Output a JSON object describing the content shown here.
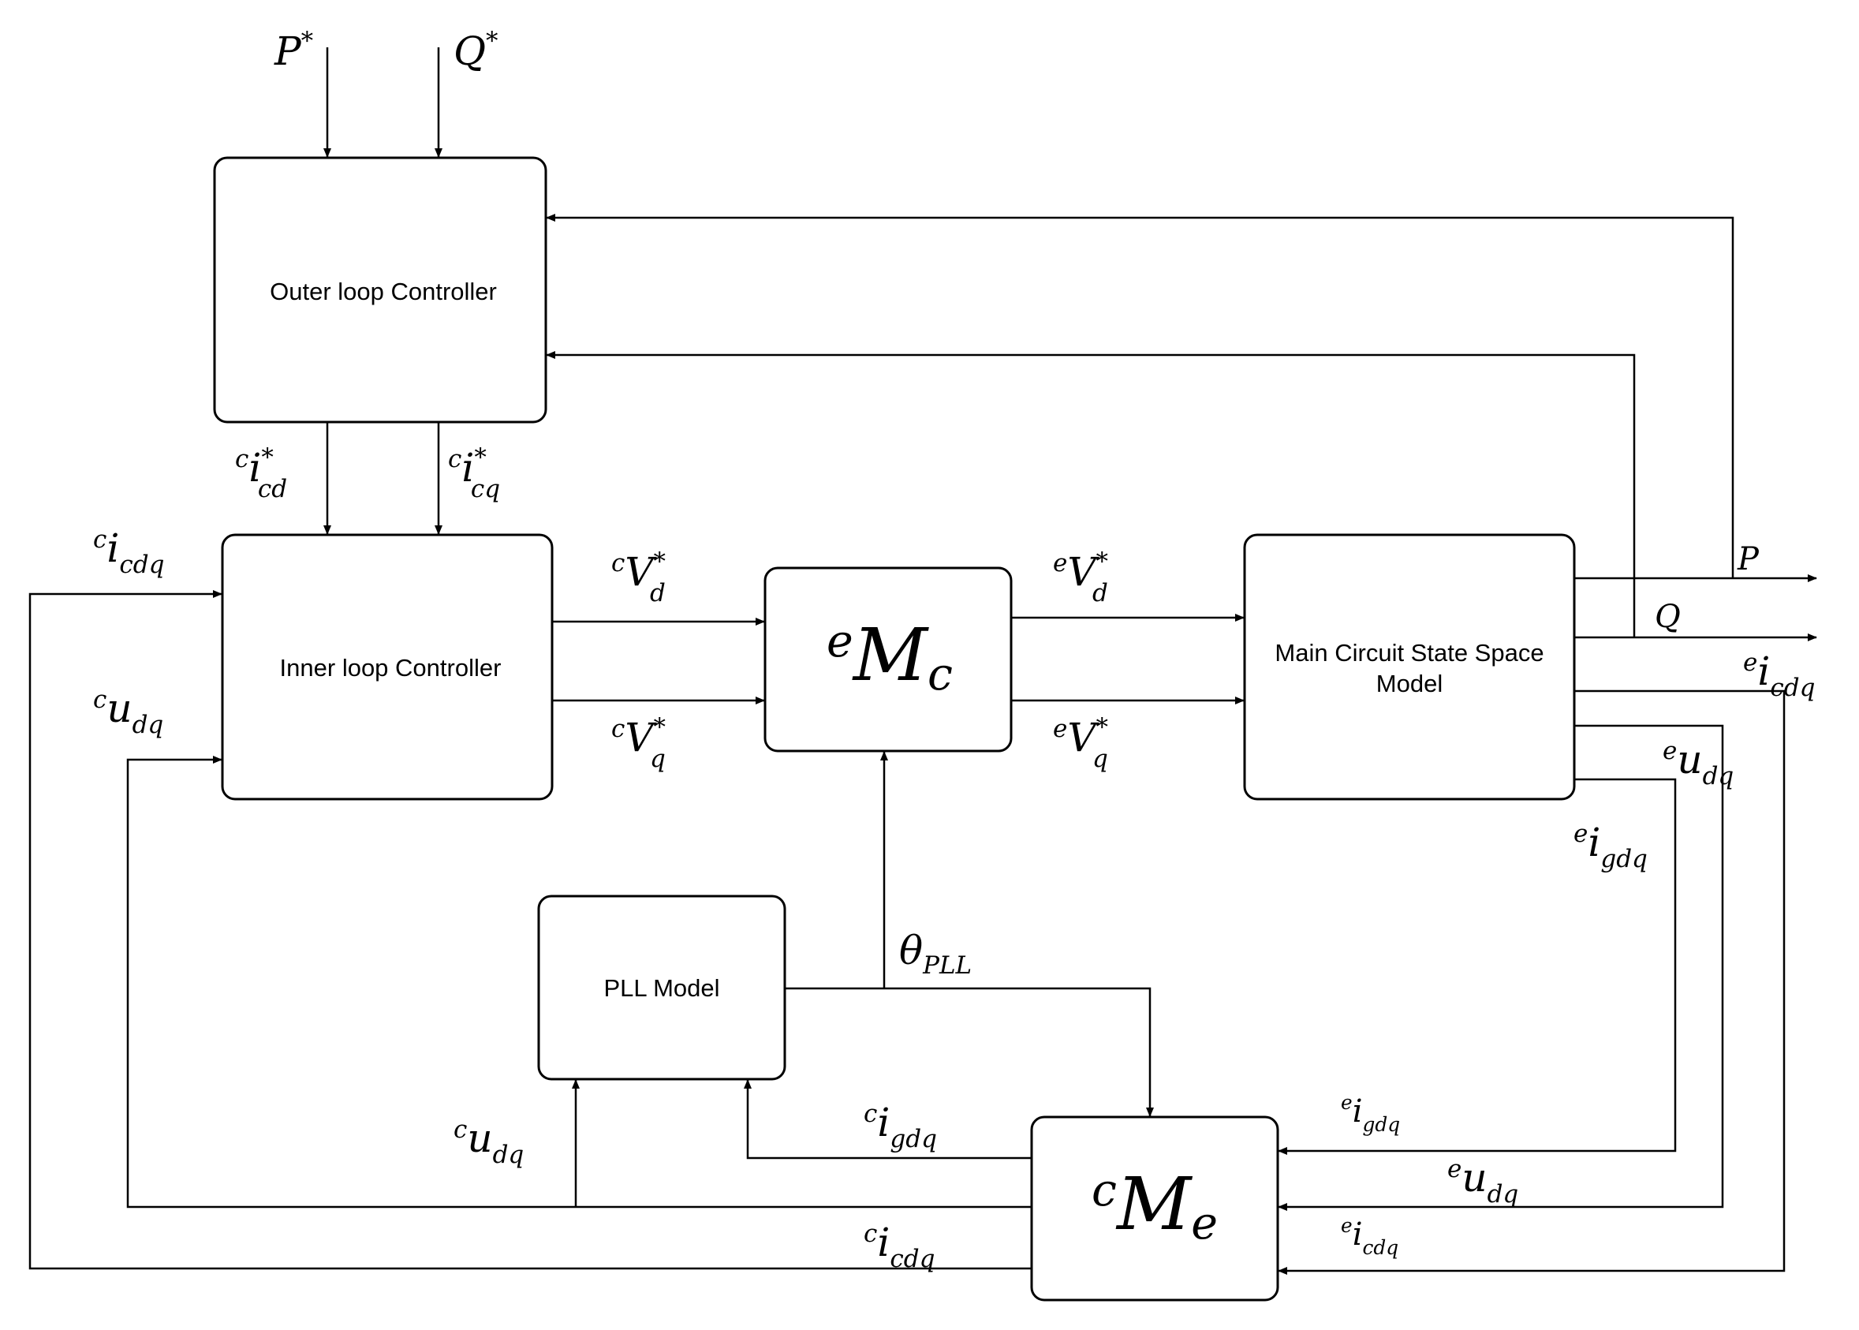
{
  "colors": {
    "line": "#000000",
    "box_fill": "#ffffff",
    "background": "#ffffff"
  },
  "blocks": {
    "outer_loop": "Outer loop Controller",
    "inner_loop": "Inner loop Controller",
    "emc": {
      "sup": "e",
      "main": "M",
      "sub": "c"
    },
    "main_circuit": {
      "line1": "Main Circuit State Space",
      "line2": "Model"
    },
    "pll": "PLL Model",
    "cme": {
      "sup": "c",
      "main": "M",
      "sub": "e"
    }
  },
  "signals": {
    "p_ref": {
      "main": "P",
      "sup": "*"
    },
    "q_ref": {
      "main": "Q",
      "sup": "*"
    },
    "icd_ref": {
      "pre": "c",
      "main": "i",
      "sup": "*",
      "sub": "cd"
    },
    "icq_ref": {
      "pre": "c",
      "main": "i",
      "sup": "*",
      "sub": "cq"
    },
    "c_icdq_in": {
      "pre": "c",
      "main": "i",
      "sub": "cdq"
    },
    "c_udq_in": {
      "pre": "c",
      "main": "u",
      "sub": "dq"
    },
    "c_vd_ref": {
      "pre": "c",
      "main": "V",
      "sup": "*",
      "sub": "d"
    },
    "c_vq_ref": {
      "pre": "c",
      "main": "V",
      "sup": "*",
      "sub": "q"
    },
    "e_vd_ref": {
      "pre": "e",
      "main": "V",
      "sup": "*",
      "sub": "d"
    },
    "e_vq_ref": {
      "pre": "e",
      "main": "V",
      "sup": "*",
      "sub": "q"
    },
    "p_out": "P",
    "q_out": "Q",
    "e_icdq_out": {
      "pre": "e",
      "main": "i",
      "sub": "cdq"
    },
    "e_udq_out": {
      "pre": "e",
      "main": "u",
      "sub": "dq"
    },
    "e_igdq_out": {
      "pre": "e",
      "main": "i",
      "sub": "gdq"
    },
    "theta_pll": {
      "main": "θ",
      "sub": "PLL"
    },
    "c_igdq_to_pll": {
      "pre": "c",
      "main": "i",
      "sub": "gdq"
    },
    "c_udq_to_pll": {
      "pre": "c",
      "main": "u",
      "sub": "dq"
    },
    "c_icdq_back": {
      "pre": "c",
      "main": "i",
      "sub": "cdq"
    },
    "e_igdq_in": {
      "pre": "e",
      "main": "i",
      "sub": "gdq"
    },
    "e_udq_in": {
      "pre": "e",
      "main": "u",
      "sub": "dq"
    },
    "e_icdq_in": {
      "pre": "e",
      "main": "i",
      "sub": "cdq"
    }
  }
}
